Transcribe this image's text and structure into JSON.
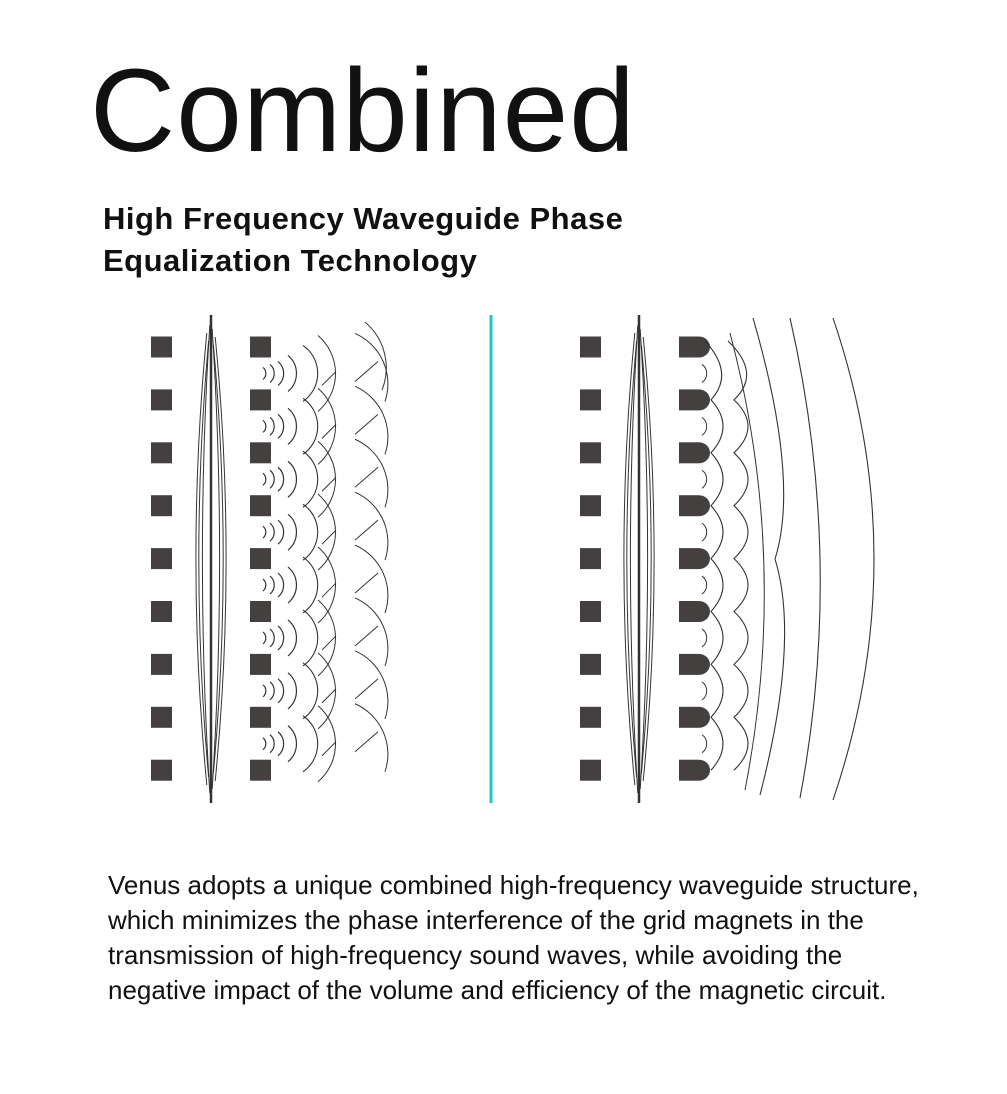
{
  "title": "Combined",
  "subtitle": "High Frequency Waveguide Phase Equalization Technology",
  "body": "Venus adopts a unique combined high-frequency waveguide structure, which minimizes the phase interference of the grid magnets in the transmission of high-frequency sound waves, while avoiding the negative impact of the volume and efficiency of the magnetic circuit.",
  "diagram": {
    "magnet_rows": 9,
    "colors": {
      "magnet": "#454040",
      "line": "#333333",
      "divider": "#1fc4c4"
    },
    "panels": [
      "conventional-grid-magnets",
      "combined-waveguide"
    ]
  }
}
